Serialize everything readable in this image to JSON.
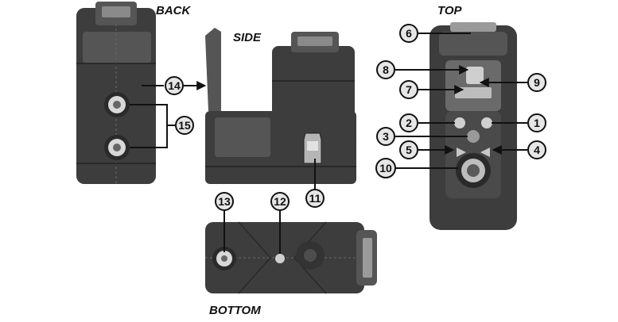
{
  "views": {
    "back": "BACK",
    "side": "SIDE",
    "top": "TOP",
    "bottom": "BOTTOM"
  },
  "callouts": {
    "c1": "1",
    "c2": "2",
    "c3": "3",
    "c4": "4",
    "c5": "5",
    "c6": "6",
    "c7": "7",
    "c8": "8",
    "c9": "9",
    "c10": "10",
    "c11": "11",
    "c12": "12",
    "c13": "13",
    "c14": "14",
    "c15": "15"
  },
  "colors": {
    "body": "#3d3d3d",
    "highlight": "#d8d8d8",
    "callout_fill": "#e6e6e6"
  }
}
